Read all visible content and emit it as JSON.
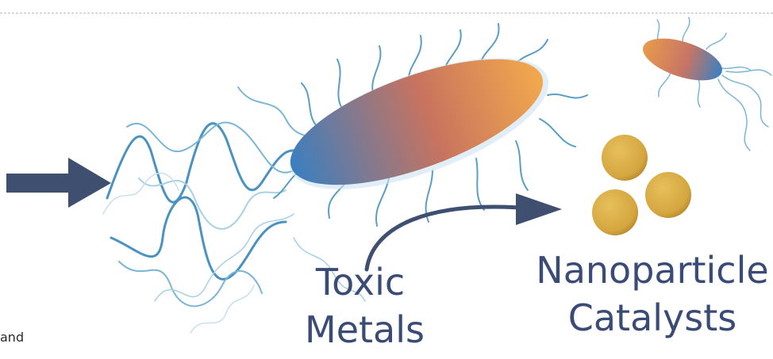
{
  "labels": {
    "toxic_line1": "Toxic",
    "toxic_line2": "Metals",
    "nano_line1": "Nanoparticle",
    "nano_line2": "Catalysts",
    "fragment": "and"
  },
  "colors": {
    "text": "#3a4c76",
    "arrow": "#3f4f6f",
    "filament": "#5a9ec4",
    "bacterium_blue": "#3a7fc0",
    "bacterium_orange": "#f2a94c",
    "particle": "#d4a640",
    "divider": "#b9bcc4"
  },
  "icons": {
    "input_arrow": "right-arrow-icon",
    "process_arrow": "curved-arrow-icon",
    "organism": "bacterium-icon",
    "product": "nanoparticle-icon"
  }
}
